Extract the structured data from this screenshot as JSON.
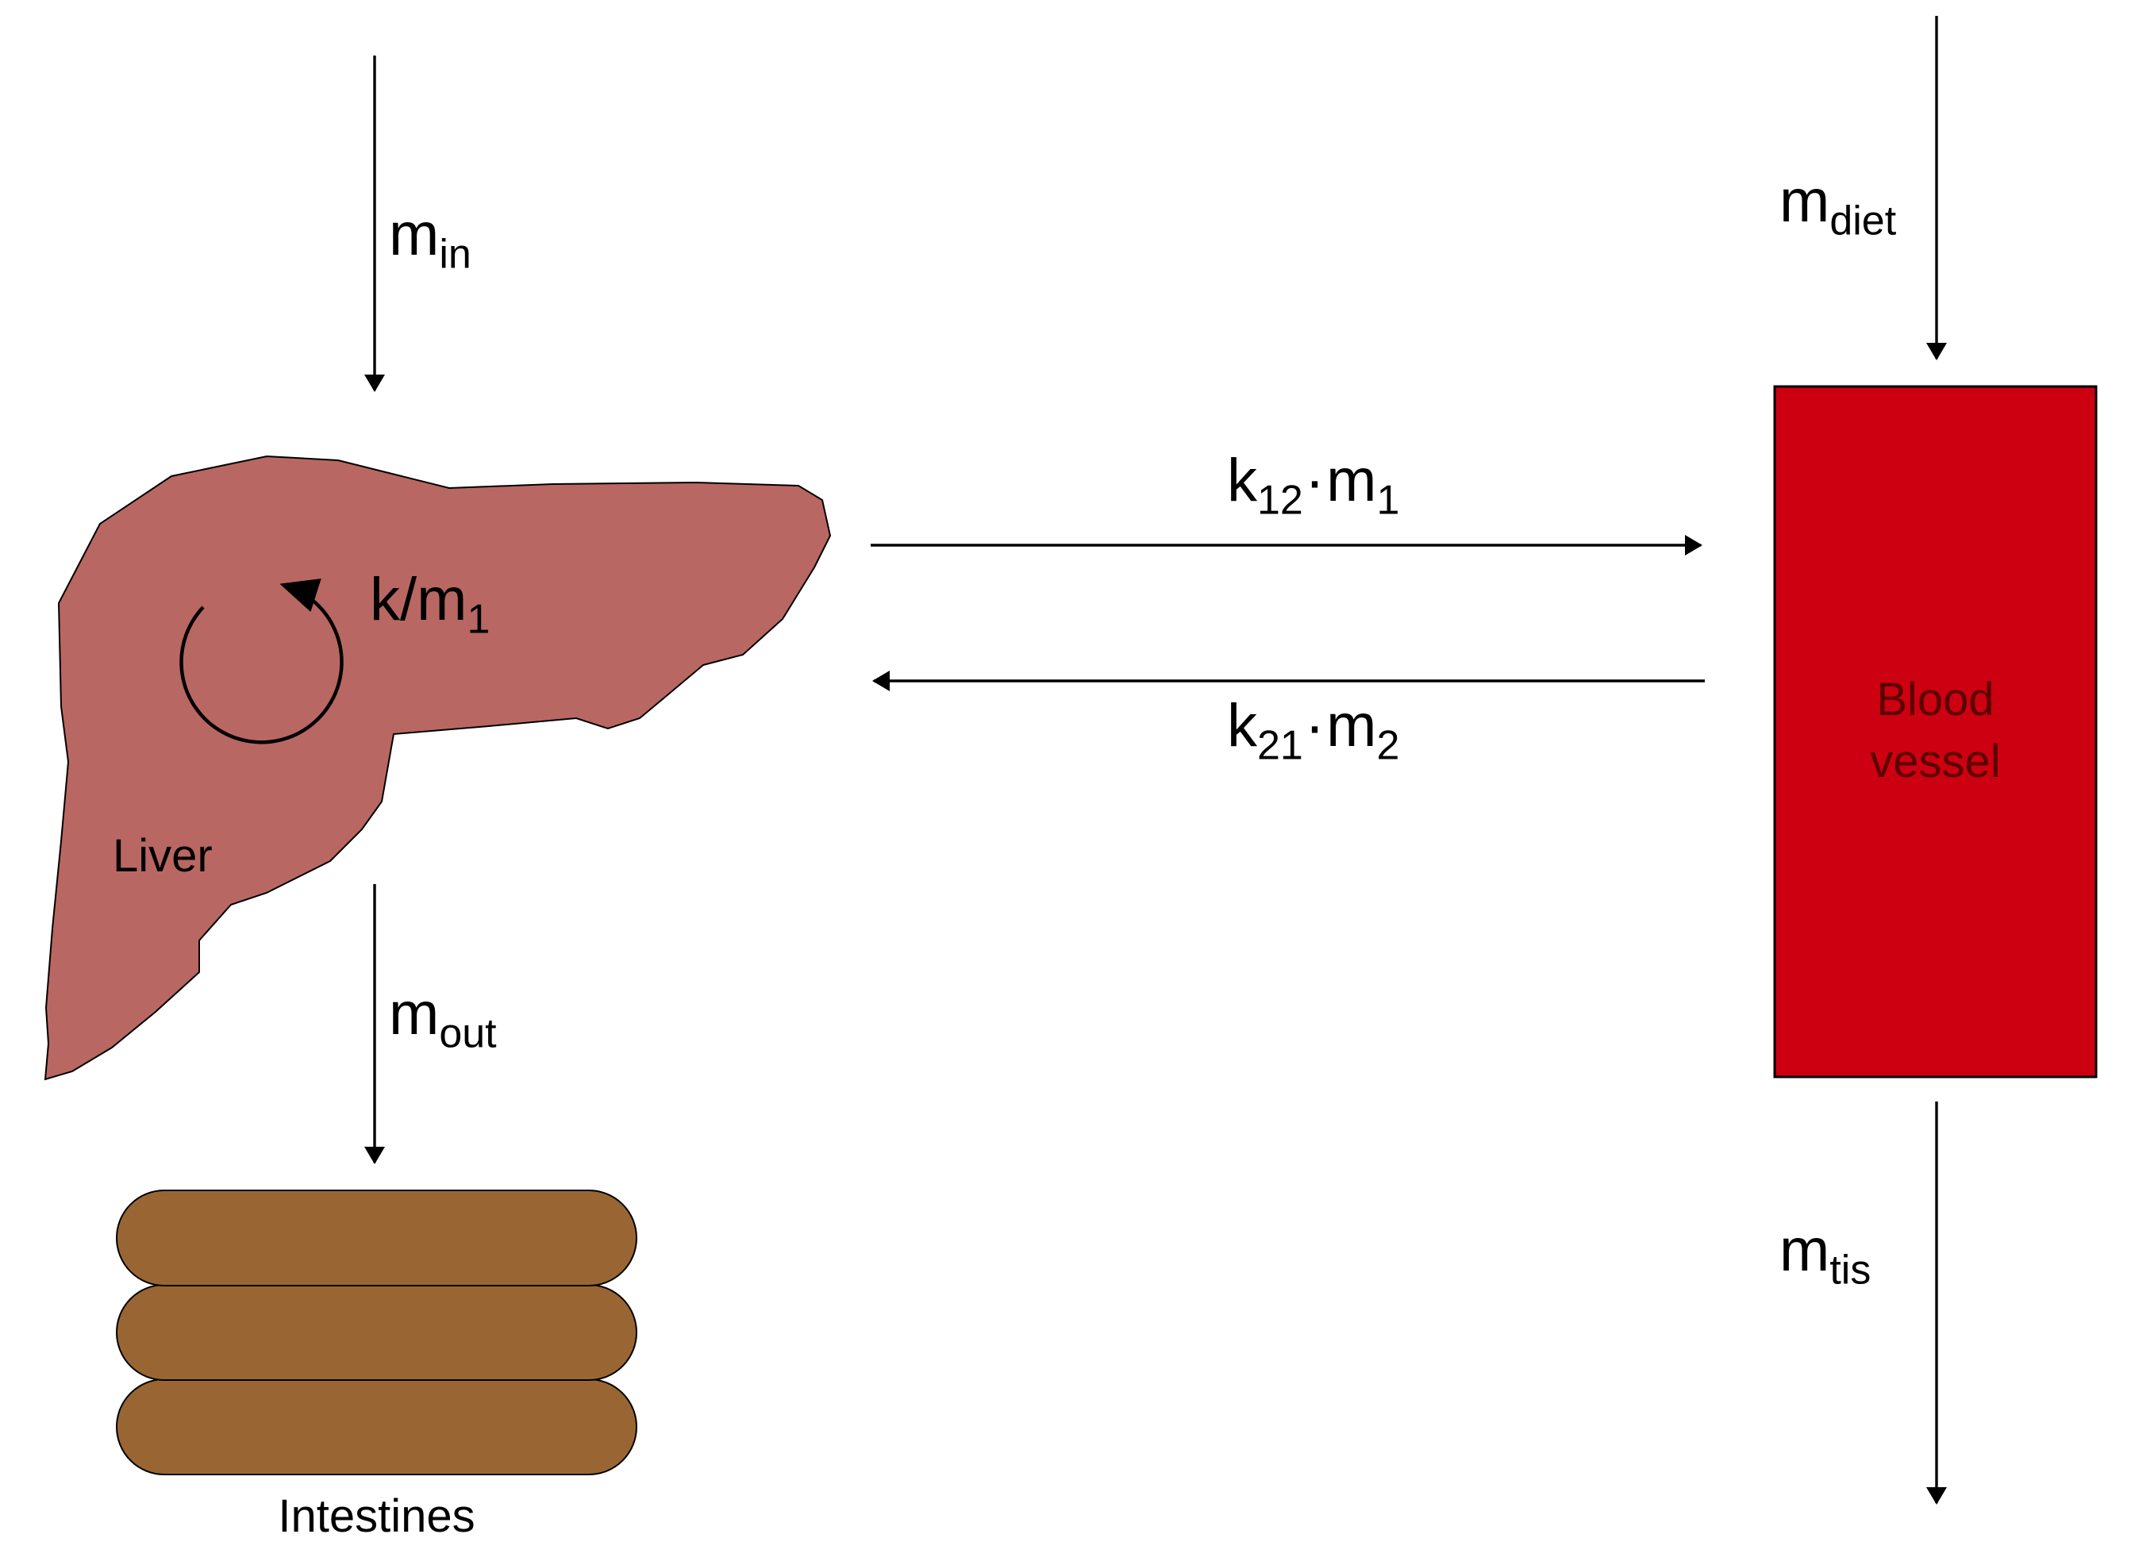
{
  "colors": {
    "liver": "#b96762",
    "blood_vessel": "#cc0011",
    "intestines": "#996633",
    "blood_vessel_text": "#5a0000",
    "line": "#000000"
  },
  "organs": {
    "liver": "Liver",
    "blood_vessel_line1": "Blood",
    "blood_vessel_line2": "vessel",
    "intestines": "Intestines"
  },
  "flows": {
    "m_in": {
      "base": "m",
      "sub": "in"
    },
    "m_diet": {
      "base": "m",
      "sub": "diet"
    },
    "m_out": {
      "base": "m",
      "sub": "out"
    },
    "m_tis": {
      "base": "m",
      "sub": "tis"
    },
    "k_m1": {
      "base": "k/m",
      "sub": "1"
    },
    "k12_m1": {
      "k": "k",
      "k_sub": "12",
      "dot": "·",
      "m": "m",
      "m_sub": "1"
    },
    "k21_m2": {
      "k": "k",
      "k_sub": "21",
      "dot": "·",
      "m": "m",
      "m_sub": "2"
    }
  },
  "icons": [
    "cycle-arrow-icon"
  ]
}
